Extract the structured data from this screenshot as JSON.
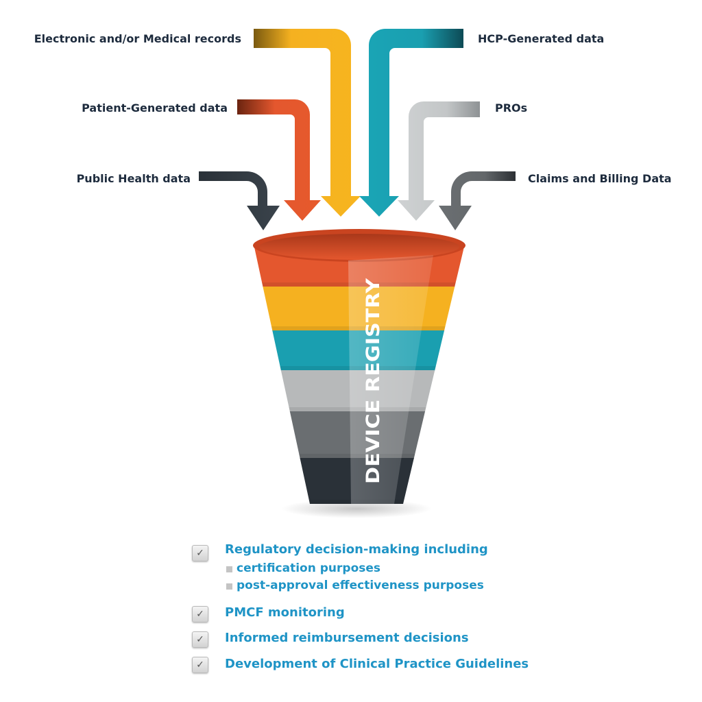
{
  "sources": {
    "electronic_records": "Electronic and/or Medical records",
    "patient_generated": "Patient-Generated data",
    "public_health": "Public Health data",
    "hcp_generated": "HCP-Generated data",
    "pros": "PROs",
    "claims_billing": "Claims and Billing Data"
  },
  "funnel": {
    "title": "DEVICE REGISTRY",
    "band_colors": [
      "#e4572e",
      "#f5b120",
      "#1a9fb0",
      "#b7b9ba",
      "#6a6e71",
      "#2a3138"
    ]
  },
  "arrow_colors": {
    "public_health": "#2a3138",
    "patient_generated": "#e4572e",
    "electronic_records": "#f5b120",
    "hcp_generated": "#1a9fb0",
    "pros": "#c3c6c7",
    "claims_billing": "#63676a"
  },
  "outcomes": {
    "regulatory": "Regulatory decision-making including",
    "regulatory_sub": [
      "certification purposes",
      "post-approval effectiveness purposes"
    ],
    "pmcf": "PMCF monitoring",
    "reimbursement": "Informed reimbursement decisions",
    "guidelines": "Development of Clinical Practice Guidelines",
    "check_icon": "checkbox-checked-icon"
  }
}
